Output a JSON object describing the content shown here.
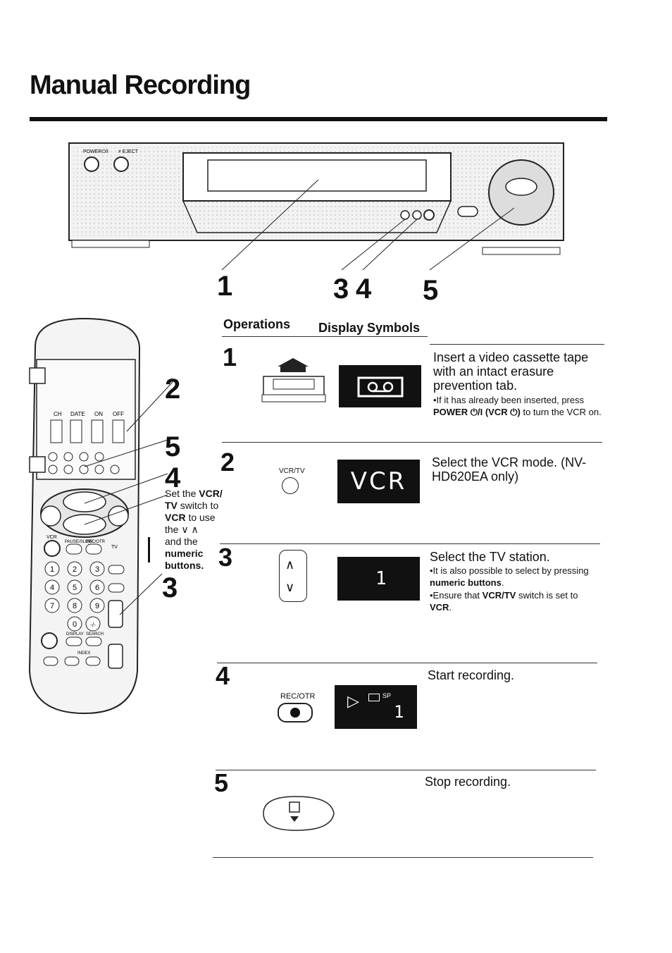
{
  "page": {
    "title": "Manual Recording"
  },
  "vcr_unit": {
    "label_power": "POWER⏻/I",
    "label_eject": "≠ EJECT",
    "callouts": [
      "1",
      "3",
      "4",
      "5"
    ]
  },
  "remote": {
    "labels": {
      "ch": "CH",
      "date": "DATE",
      "on": "ON",
      "off": "OFF",
      "vcr": "VCR",
      "tv": "TV",
      "pause": "PAUSE/SLOW",
      "rec": "REC/OTR",
      "display": "DISPLAY",
      "search": "SEARCH",
      "index": "INDEX",
      "nums": [
        "1",
        "2",
        "3",
        "4",
        "5",
        "6",
        "7",
        "8",
        "9",
        "0",
        "-/-"
      ]
    },
    "callouts": [
      "2",
      "5",
      "4",
      "3"
    ],
    "caption": {
      "l1_pre": "Set the ",
      "l1_bold": "VCR/",
      "l2_bold": "TV",
      "l2_post": " switch to",
      "l3_bold": "VCR",
      "l3_post": " to use",
      "l4": "the ∨ ∧",
      "l5": "and the",
      "l6_bold": "numeric",
      "l7_bold": "buttons."
    }
  },
  "table": {
    "header_operations": "Operations",
    "header_display": "Display Symbols",
    "steps": [
      {
        "num": "1",
        "text": "Insert a video cassette tape with an intact erasure prevention tab.",
        "note_pre": "•If it has already been inserted, press ",
        "note_bold1": "POWER ⏻/I (VCR ⏻)",
        "note_post": " to turn the VCR on.",
        "display_icon": "cassette-icon"
      },
      {
        "num": "2",
        "op_label": "VCR/TV",
        "text": "Select the VCR mode. (NV-HD620EA only)",
        "display_text": "VCR"
      },
      {
        "num": "3",
        "text": "Select the TV station.",
        "note1_pre": "•It is also possible to select by pressing ",
        "note1_bold": "numeric buttons",
        "note1_post": ".",
        "note2_pre": "•Ensure that ",
        "note2_bold1": "VCR/TV",
        "note2_mid": " switch is set to ",
        "note2_bold2": "VCR",
        "note2_post": ".",
        "display_text": "1"
      },
      {
        "num": "4",
        "op_label": "REC/OTR",
        "text": "Start recording.",
        "display_sp": "SP",
        "display_digit": "1"
      },
      {
        "num": "5",
        "text": "Stop recording."
      }
    ]
  }
}
